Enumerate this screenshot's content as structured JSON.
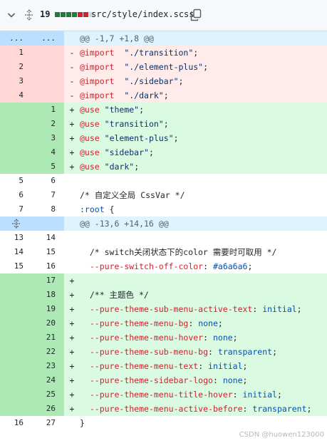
{
  "header": {
    "changes_count": "19",
    "diffstat": [
      "#1a7f37",
      "#1a7f37",
      "#1a7f37",
      "#1a7f37",
      "#cf222e",
      "#cf222e",
      "#d0d7de"
    ],
    "filename": "src/style/index.scss"
  },
  "rows": [
    {
      "type": "hunk",
      "old": "...",
      "new": "...",
      "text": "@@ -1,7 +1,8 @@"
    },
    {
      "type": "del",
      "old": "1",
      "new": "",
      "sign": "-",
      "parts": [
        [
          "kw",
          "@import"
        ],
        [
          "",
          "  "
        ],
        [
          "str",
          "\"./transition\""
        ],
        [
          "",
          ";"
        ]
      ]
    },
    {
      "type": "del",
      "old": "2",
      "new": "",
      "sign": "-",
      "parts": [
        [
          "kw",
          "@import"
        ],
        [
          "",
          "  "
        ],
        [
          "str",
          "\"./element-plus\""
        ],
        [
          "",
          ";"
        ]
      ]
    },
    {
      "type": "del",
      "old": "3",
      "new": "",
      "sign": "-",
      "parts": [
        [
          "kw",
          "@import"
        ],
        [
          "",
          "  "
        ],
        [
          "str",
          "\"./sidebar\""
        ],
        [
          "",
          ";"
        ]
      ]
    },
    {
      "type": "del",
      "old": "4",
      "new": "",
      "sign": "-",
      "parts": [
        [
          "kw",
          "@import"
        ],
        [
          "",
          "  "
        ],
        [
          "str",
          "\"./dark\""
        ],
        [
          "",
          ";"
        ]
      ]
    },
    {
      "type": "add",
      "old": "",
      "new": "1",
      "sign": "+",
      "parts": [
        [
          "kw",
          "@use"
        ],
        [
          "",
          " "
        ],
        [
          "str",
          "\"theme\""
        ],
        [
          "",
          ";"
        ]
      ]
    },
    {
      "type": "add",
      "old": "",
      "new": "2",
      "sign": "+",
      "parts": [
        [
          "kw",
          "@use"
        ],
        [
          "",
          " "
        ],
        [
          "str",
          "\"transition\""
        ],
        [
          "",
          ";"
        ]
      ]
    },
    {
      "type": "add",
      "old": "",
      "new": "3",
      "sign": "+",
      "parts": [
        [
          "kw",
          "@use"
        ],
        [
          "",
          " "
        ],
        [
          "str",
          "\"element-plus\""
        ],
        [
          "",
          ";"
        ]
      ]
    },
    {
      "type": "add",
      "old": "",
      "new": "4",
      "sign": "+",
      "parts": [
        [
          "kw",
          "@use"
        ],
        [
          "",
          " "
        ],
        [
          "str",
          "\"sidebar\""
        ],
        [
          "",
          ";"
        ]
      ]
    },
    {
      "type": "add",
      "old": "",
      "new": "5",
      "sign": "+",
      "parts": [
        [
          "kw",
          "@use"
        ],
        [
          "",
          " "
        ],
        [
          "str",
          "\"dark\""
        ],
        [
          "",
          ";"
        ]
      ]
    },
    {
      "type": "ctx",
      "old": "5",
      "new": "6",
      "sign": "",
      "parts": []
    },
    {
      "type": "ctx",
      "old": "6",
      "new": "7",
      "sign": "",
      "parts": [
        [
          "com",
          "/* 自定义全局 CssVar */"
        ]
      ]
    },
    {
      "type": "ctx",
      "old": "7",
      "new": "8",
      "sign": "",
      "parts": [
        [
          "prop",
          ":root"
        ],
        [
          "",
          " {"
        ]
      ]
    },
    {
      "type": "hunk",
      "old": "",
      "new": "",
      "fold": true,
      "text": "@@ -13,6 +14,16 @@"
    },
    {
      "type": "ctx",
      "old": "13",
      "new": "14",
      "sign": "",
      "parts": []
    },
    {
      "type": "ctx",
      "old": "14",
      "new": "15",
      "sign": "",
      "parts": [
        [
          "",
          "  "
        ],
        [
          "com",
          "/* switch关闭状态下的color 需要时可取用 */"
        ]
      ]
    },
    {
      "type": "ctx",
      "old": "15",
      "new": "16",
      "sign": "",
      "parts": [
        [
          "",
          "  "
        ],
        [
          "kw",
          "--pure-switch-off-color"
        ],
        [
          "",
          ": "
        ],
        [
          "val",
          "#a6a6a6"
        ],
        [
          "",
          ";"
        ]
      ]
    },
    {
      "type": "add",
      "old": "",
      "new": "17",
      "sign": "+",
      "parts": []
    },
    {
      "type": "add",
      "old": "",
      "new": "18",
      "sign": "+",
      "parts": [
        [
          "",
          "  "
        ],
        [
          "com",
          "/** 主题色 */"
        ]
      ]
    },
    {
      "type": "add",
      "old": "",
      "new": "19",
      "sign": "+",
      "parts": [
        [
          "",
          "  "
        ],
        [
          "kw",
          "--pure-theme-sub-menu-active-text"
        ],
        [
          "",
          ": "
        ],
        [
          "val",
          "initial"
        ],
        [
          "",
          ";"
        ]
      ]
    },
    {
      "type": "add",
      "old": "",
      "new": "20",
      "sign": "+",
      "parts": [
        [
          "",
          "  "
        ],
        [
          "kw",
          "--pure-theme-menu-bg"
        ],
        [
          "",
          ": "
        ],
        [
          "val",
          "none"
        ],
        [
          "",
          ";"
        ]
      ]
    },
    {
      "type": "add",
      "old": "",
      "new": "21",
      "sign": "+",
      "parts": [
        [
          "",
          "  "
        ],
        [
          "kw",
          "--pure-theme-menu-hover"
        ],
        [
          "",
          ": "
        ],
        [
          "val",
          "none"
        ],
        [
          "",
          ";"
        ]
      ]
    },
    {
      "type": "add",
      "old": "",
      "new": "22",
      "sign": "+",
      "parts": [
        [
          "",
          "  "
        ],
        [
          "kw",
          "--pure-theme-sub-menu-bg"
        ],
        [
          "",
          ": "
        ],
        [
          "val",
          "transparent"
        ],
        [
          "",
          ";"
        ]
      ]
    },
    {
      "type": "add",
      "old": "",
      "new": "23",
      "sign": "+",
      "parts": [
        [
          "",
          "  "
        ],
        [
          "kw",
          "--pure-theme-menu-text"
        ],
        [
          "",
          ": "
        ],
        [
          "val",
          "initial"
        ],
        [
          "",
          ";"
        ]
      ]
    },
    {
      "type": "add",
      "old": "",
      "new": "24",
      "sign": "+",
      "parts": [
        [
          "",
          "  "
        ],
        [
          "kw",
          "--pure-theme-sidebar-logo"
        ],
        [
          "",
          ": "
        ],
        [
          "val",
          "none"
        ],
        [
          "",
          ";"
        ]
      ]
    },
    {
      "type": "add",
      "old": "",
      "new": "25",
      "sign": "+",
      "parts": [
        [
          "",
          "  "
        ],
        [
          "kw",
          "--pure-theme-menu-title-hover"
        ],
        [
          "",
          ": "
        ],
        [
          "val",
          "initial"
        ],
        [
          "",
          ";"
        ]
      ]
    },
    {
      "type": "add",
      "old": "",
      "new": "26",
      "sign": "+",
      "parts": [
        [
          "",
          "  "
        ],
        [
          "kw",
          "--pure-theme-menu-active-before"
        ],
        [
          "",
          ": "
        ],
        [
          "val",
          "transparent"
        ],
        [
          "",
          ";"
        ]
      ]
    },
    {
      "type": "ctx",
      "old": "16",
      "new": "27",
      "sign": "",
      "parts": [
        [
          "",
          "}"
        ]
      ]
    }
  ],
  "watermark": "CSDN @huowen123000"
}
